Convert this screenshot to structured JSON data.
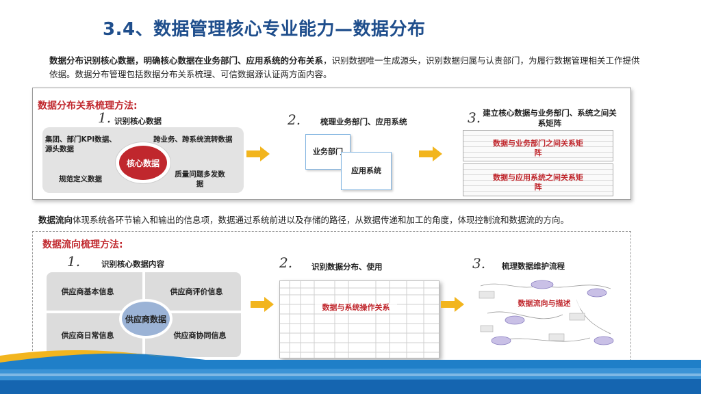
{
  "page": {
    "title": "3.4、数据管理核心专业能力—数据分布",
    "intro_bold": "数据分布识别核心数据，明确核心数据在业务部门、应用系统的分布关系",
    "intro_rest": "，识别数据唯一生成源头，识别数据归属与认责部门，为履行数据管理相关工作提供依据。数据分布管理包括数据分布关系梳理、可信数据源认证两方面内容。"
  },
  "section1": {
    "heading": "数据分布关系梳理方法:",
    "step1": {
      "num": "1.",
      "label": "识别核心数据",
      "center": "核心数据",
      "items": [
        "集团、部门KPI数据、源头数据",
        "跨业务、跨系统流转数据",
        "规范定义数据",
        "质量问题多发数据"
      ]
    },
    "step2": {
      "num": "2.",
      "label": "梳理业务部门、应用系统",
      "doc1": "业务部门",
      "doc2": "应用系统"
    },
    "step3": {
      "num": "3.",
      "label": "建立核心数据与业务部门、系统之间关系矩阵",
      "matrix1": "数据与业务部门之间关系矩阵",
      "matrix2": "数据与应用系统之间关系矩阵"
    }
  },
  "section2": {
    "intro_bold": "数据流向",
    "intro_rest": "体现系统各环节输入和输出的信息项，数据通过系统前进以及存储的路径，从数据传递和加工的角度，体现控制流和数据流的方向。",
    "heading": "数据流向梳理方法:",
    "step1": {
      "num": "1.",
      "label": "识别核心数据内容",
      "center": "供应商数据",
      "quads": [
        "供应商基本信息",
        "供应商评价信息",
        "供应商日常信息",
        "供应商协同信息"
      ]
    },
    "step2": {
      "num": "2.",
      "label": "识别数据分布、使用",
      "overlay": "数据与系统操作关系"
    },
    "step3": {
      "num": "3.",
      "label": "梳理数据维护流程",
      "overlay": "数据流向与描述"
    }
  },
  "colors": {
    "title": "#1f4e8c",
    "accent_red": "#c0272d",
    "arrow": "#f2b51e",
    "band_blue": "#1f7fc8"
  }
}
